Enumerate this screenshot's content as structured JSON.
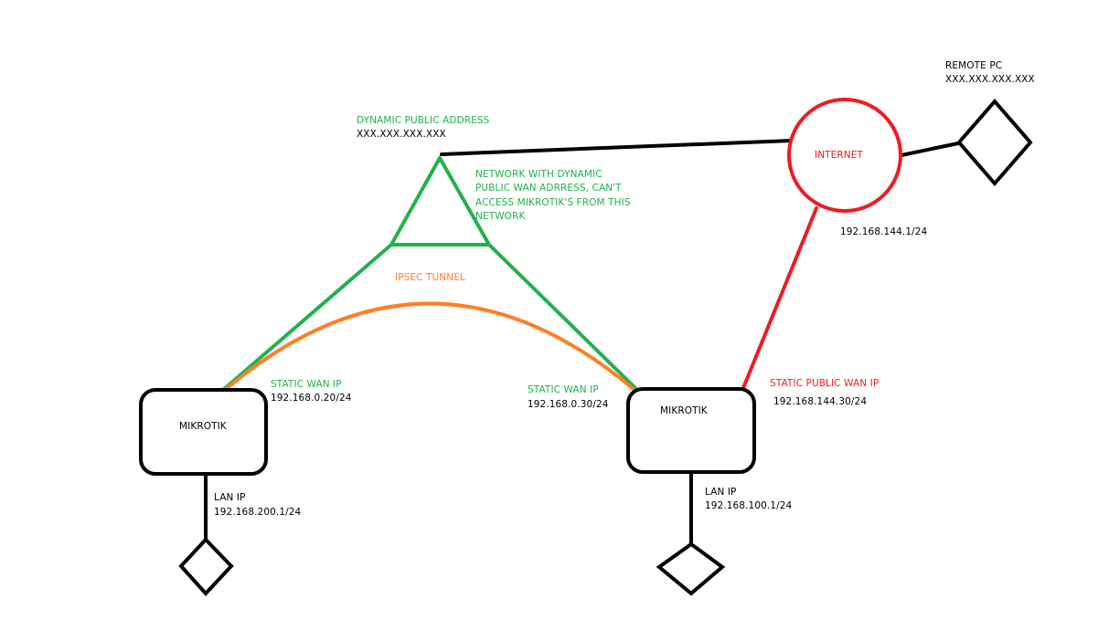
{
  "colors": {
    "black": "#000000",
    "green": "#22b14c",
    "red": "#ed1c24",
    "orange": "#ff7f27"
  },
  "labels": {
    "remote_pc": "REMOTE PC",
    "remote_pc_ip": "XXX.XXX.XXX.XXX",
    "dynamic_public": "DYNAMIC PUBLIC ADDRESS",
    "dynamic_public_ip": "XXX.XXX.XXX.XXX",
    "internet": "INTERNET",
    "network_note_1": "NETWORK WITH DYNAMIC",
    "network_note_2": "PUBLIC WAN ADRRESS, CAN'T",
    "network_note_3": "ACCESS MIKROTIK'S FROM THIS",
    "network_note_4": "NETWORK",
    "internet_lan_ip": "192.168.144.1/24",
    "ipsec_tunnel": "IPSEC TUNNEL",
    "left_wan_label": "STATIC WAN IP",
    "left_wan_ip": "192.168.0.20/24",
    "right_wan_label": "STATIC WAN IP",
    "right_wan_ip": "192.168.0.30/24",
    "public_wan_label": "STATIC PUBLIC WAN IP",
    "public_wan_ip": "192.168.144.30/24",
    "left_router": "MIKROTIK",
    "right_router": "MIKROTIK",
    "left_lan_label": "LAN IP",
    "left_lan_ip": "192.168.200.1/24",
    "right_lan_label": "LAN IP",
    "right_lan_ip": "192.168.100.1/24"
  }
}
